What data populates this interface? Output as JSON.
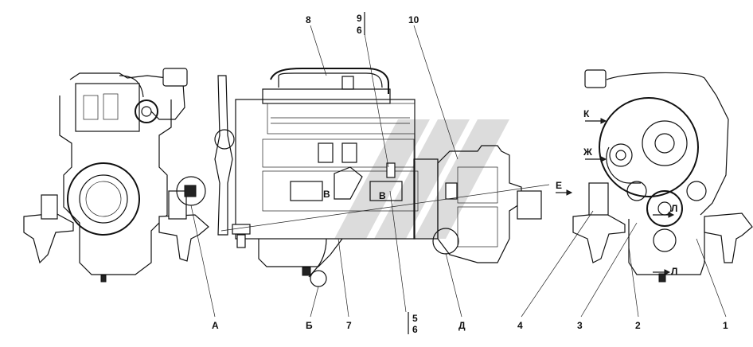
{
  "labels": {
    "n8": "8",
    "n9": "9",
    "n6_top": "6",
    "n10": "10",
    "K": "К",
    "ZH": "Ж",
    "E": "Е",
    "L1": "Л",
    "L2": "Л",
    "V1": "В",
    "V2": "В",
    "A": "А",
    "B": "Б",
    "n7": "7",
    "n5": "5",
    "n6_bottom": "6",
    "D": "Д",
    "n4": "4",
    "n3": "3",
    "n2": "2",
    "n1": "1"
  }
}
